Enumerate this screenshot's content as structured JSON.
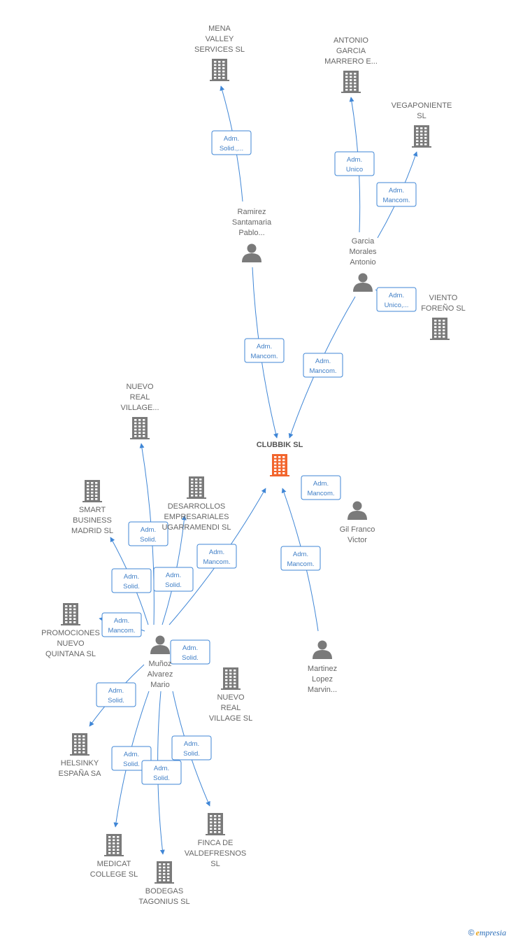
{
  "colors": {
    "node": "#7a7a7a",
    "main_node": "#f2652d",
    "edge": "#3f86d6"
  },
  "nodes": [
    {
      "id": "clubbik",
      "kind": "company",
      "main": true,
      "label": [
        "CLUBBIK  SL"
      ]
    },
    {
      "id": "mena",
      "kind": "company",
      "label": [
        "MENA",
        "VALLEY",
        "SERVICES  SL"
      ]
    },
    {
      "id": "antonio_garcia",
      "kind": "company",
      "label": [
        "ANTONIO",
        "GARCIA",
        "MARRERO E..."
      ]
    },
    {
      "id": "vegaponiente",
      "kind": "company",
      "label": [
        "VEGAPONIENTE",
        "SL"
      ]
    },
    {
      "id": "viento",
      "kind": "company",
      "label": [
        "VIENTO",
        "FOREÑO  SL"
      ]
    },
    {
      "id": "ramirez",
      "kind": "person",
      "label": [
        "Ramirez",
        "Santamaria",
        "Pablo..."
      ]
    },
    {
      "id": "garcia_morales",
      "kind": "person",
      "label": [
        "Garcia",
        "Morales",
        "Antonio"
      ]
    },
    {
      "id": "gil_franco",
      "kind": "person",
      "label": [
        "Gil Franco",
        "Victor"
      ]
    },
    {
      "id": "martinez",
      "kind": "person",
      "label": [
        "Martinez",
        "Lopez",
        "Marvin..."
      ]
    },
    {
      "id": "munoz",
      "kind": "person",
      "label": [
        "Muñoz",
        "Alvarez",
        "Mario"
      ]
    },
    {
      "id": "nuevo_real_1",
      "kind": "company",
      "label": [
        "NUEVO",
        "REAL",
        "VILLAGE..."
      ]
    },
    {
      "id": "smart",
      "kind": "company",
      "label": [
        "SMART",
        "BUSINESS",
        "MADRID SL"
      ]
    },
    {
      "id": "desarrollos",
      "kind": "company",
      "label": [
        "DESARROLLOS",
        "EMPRESARIALES",
        "UGARRAMENDI SL"
      ]
    },
    {
      "id": "promociones",
      "kind": "company",
      "label": [
        "PROMOCIONES",
        "NUEVO",
        "QUINTANA  SL"
      ]
    },
    {
      "id": "nuevo_real_2",
      "kind": "company",
      "label": [
        "NUEVO",
        "REAL",
        "VILLAGE  SL"
      ]
    },
    {
      "id": "helsinky",
      "kind": "company",
      "label": [
        "HELSINKY",
        "ESPAÑA SA"
      ]
    },
    {
      "id": "medicat",
      "kind": "company",
      "label": [
        "MEDICAT",
        "COLLEGE SL"
      ]
    },
    {
      "id": "bodegas",
      "kind": "company",
      "label": [
        "BODEGAS",
        "TAGONIUS  SL"
      ]
    },
    {
      "id": "finca",
      "kind": "company",
      "label": [
        "FINCA DE",
        "VALDEFRESNOS",
        "SL"
      ]
    }
  ],
  "edges": [
    {
      "from": "ramirez",
      "to": "mena",
      "label": [
        "Adm.",
        "Solid.,..."
      ]
    },
    {
      "from": "garcia_morales",
      "to": "antonio_garcia",
      "label": [
        "Adm.",
        "Unico"
      ]
    },
    {
      "from": "garcia_morales",
      "to": "vegaponiente",
      "label": [
        "Adm.",
        "Mancom."
      ]
    },
    {
      "from": "garcia_morales",
      "to": "viento",
      "label": [
        "Adm.",
        "Unico,..."
      ]
    },
    {
      "from": "ramirez",
      "to": "clubbik",
      "label": [
        "Adm.",
        "Mancom."
      ]
    },
    {
      "from": "garcia_morales",
      "to": "clubbik",
      "label": [
        "Adm.",
        "Mancom."
      ]
    },
    {
      "from": "gil_franco",
      "to": "clubbik",
      "label": [
        "Adm.",
        "Mancom."
      ]
    },
    {
      "from": "martinez",
      "to": "clubbik",
      "label": [
        "Adm.",
        "Mancom."
      ]
    },
    {
      "from": "munoz",
      "to": "clubbik",
      "label": [
        "Adm.",
        "Mancom."
      ]
    },
    {
      "from": "munoz",
      "to": "nuevo_real_1",
      "label": [
        "Adm.",
        "Solid."
      ]
    },
    {
      "from": "munoz",
      "to": "smart",
      "label": [
        "Adm.",
        "Solid."
      ]
    },
    {
      "from": "munoz",
      "to": "desarrollos",
      "label": [
        "Adm.",
        "Solid."
      ]
    },
    {
      "from": "munoz",
      "to": "promociones",
      "label": [
        "Adm.",
        "Mancom."
      ]
    },
    {
      "from": "munoz",
      "to": "nuevo_real_2",
      "label": [
        "Adm.",
        "Solid."
      ]
    },
    {
      "from": "munoz",
      "to": "helsinky",
      "label": [
        "Adm.",
        "Solid."
      ]
    },
    {
      "from": "munoz",
      "to": "medicat",
      "label": [
        "Adm.",
        "Solid."
      ]
    },
    {
      "from": "munoz",
      "to": "bodegas",
      "label": [
        "Adm.",
        "Solid."
      ]
    },
    {
      "from": "munoz",
      "to": "finca",
      "label": [
        "Adm.",
        "Solid."
      ]
    }
  ],
  "footer": {
    "copyright": "©",
    "brand_initial": "e",
    "brand_rest": "mpresia"
  }
}
